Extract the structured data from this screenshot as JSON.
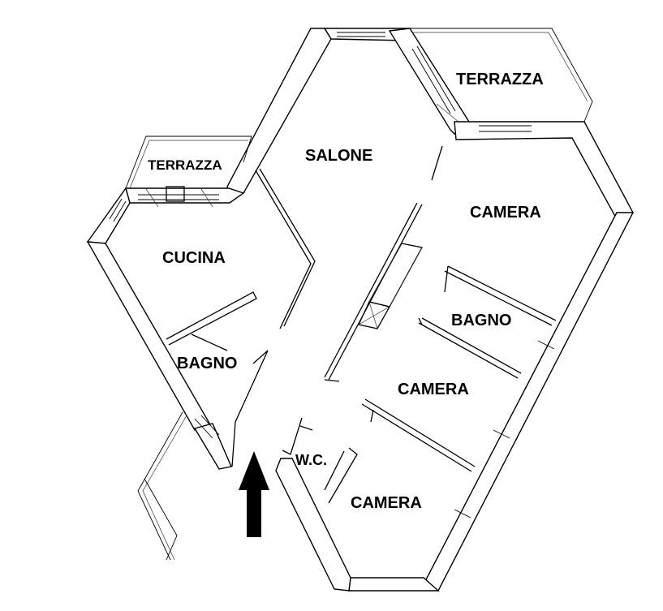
{
  "rooms": {
    "terrazza_top": "TERRAZZA",
    "terrazza_left": "TERRAZZA",
    "salone": "SALONE",
    "cucina": "CUCINA",
    "camera_upper": "CAMERA",
    "bagno_right": "BAGNO",
    "bagno_left": "BAGNO",
    "camera_middle": "CAMERA",
    "wc": "W.C.",
    "camera_lower": "CAMERA"
  },
  "icons": {
    "entrance": "entrance-arrow-icon"
  },
  "colors": {
    "ink": "#000000",
    "paper": "#ffffff"
  }
}
